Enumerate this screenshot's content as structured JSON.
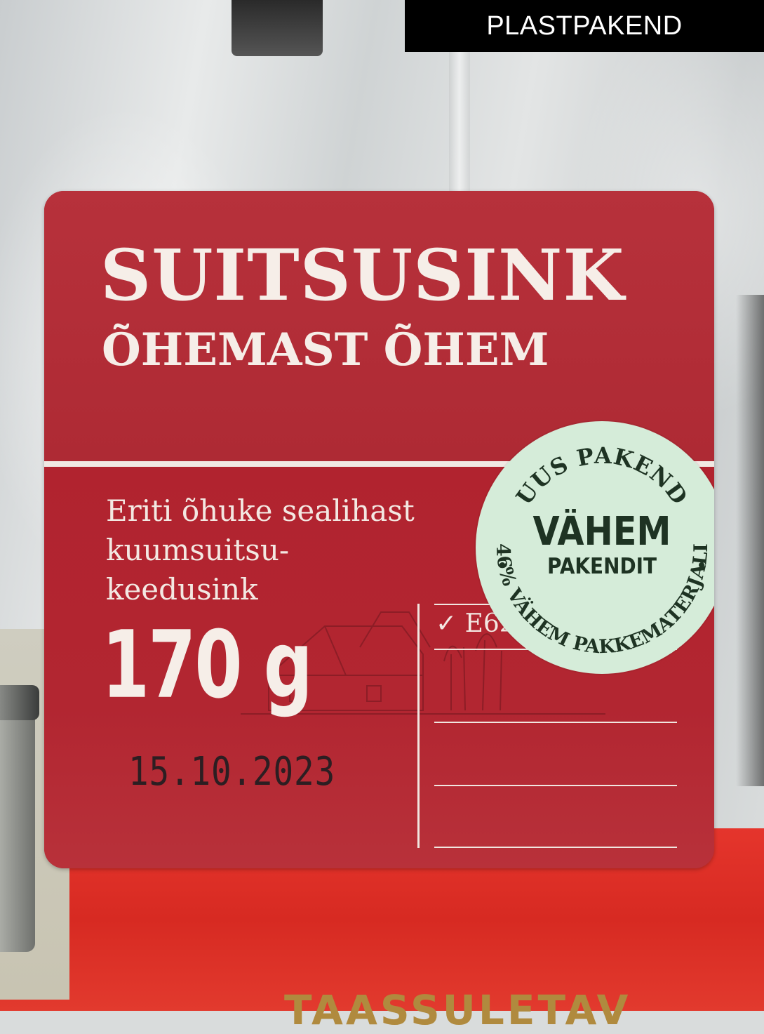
{
  "corner_tag": "PLASTPAKEND",
  "label": {
    "title": "SUITSUSINK",
    "subtitle": "ÕHEMAST ÕHEM",
    "description_lines": [
      "Eriti õhuke sealihast",
      "kuumsuitsu-",
      "keedusink"
    ],
    "weight": "170 g",
    "date": "15.10.2023",
    "check_item": "✓ E621-vaba"
  },
  "badge": {
    "top_arc": "UUS PAKEND",
    "main": "VÄHEM",
    "sub": "PAKENDIT",
    "bottom_arc": "46% VÄHEM PAKKEMATERJALI"
  },
  "red_bag_text": "TAASSULETAV",
  "colors": {
    "label_red": "#b42a35",
    "cream": "#f6eee8",
    "badge_green": "#d5ecd9",
    "badge_text": "#1e3323",
    "bag_red": "#e5352c"
  }
}
